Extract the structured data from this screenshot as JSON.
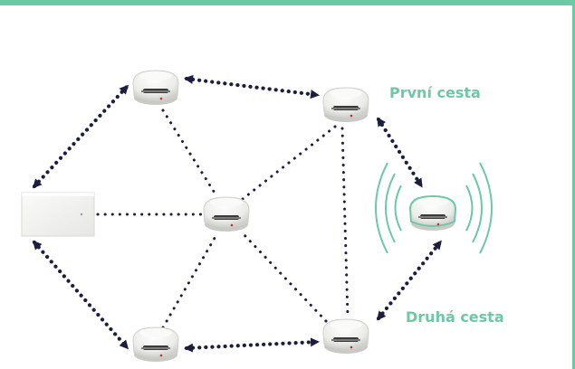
{
  "labels": {
    "first_path": "První cesta",
    "second_path": "Druhá cesta"
  },
  "colors": {
    "accent": "#6cc9a5",
    "link": "#1d1d3f",
    "detector_body": "#f1f1ef",
    "detector_shadow": "#c9c9c6",
    "panel_body": "#f4f4f2"
  },
  "nodes": [
    {
      "id": "top-left-detector",
      "kind": "smoke-detector"
    },
    {
      "id": "top-right-detector",
      "kind": "smoke-detector"
    },
    {
      "id": "center-detector",
      "kind": "smoke-detector"
    },
    {
      "id": "bottom-left-detector",
      "kind": "smoke-detector"
    },
    {
      "id": "bottom-right-detector",
      "kind": "smoke-detector"
    },
    {
      "id": "alarm-detector",
      "kind": "smoke-detector-alarm"
    },
    {
      "id": "control-panel",
      "kind": "control-panel"
    }
  ],
  "links": [
    {
      "from": "control-panel",
      "to": "top-left-detector",
      "style": "arrow"
    },
    {
      "from": "control-panel",
      "to": "bottom-left-detector",
      "style": "arrow"
    },
    {
      "from": "top-left-detector",
      "to": "top-right-detector",
      "style": "arrow"
    },
    {
      "from": "bottom-left-detector",
      "to": "bottom-right-detector",
      "style": "arrow"
    },
    {
      "from": "top-right-detector",
      "to": "alarm-detector",
      "style": "arrow"
    },
    {
      "from": "bottom-right-detector",
      "to": "alarm-detector",
      "style": "arrow"
    },
    {
      "from": "control-panel",
      "to": "center-detector",
      "style": "dotted"
    },
    {
      "from": "top-left-detector",
      "to": "center-detector",
      "style": "dotted"
    },
    {
      "from": "bottom-left-detector",
      "to": "center-detector",
      "style": "dotted"
    },
    {
      "from": "top-right-detector",
      "to": "center-detector",
      "style": "dotted"
    },
    {
      "from": "bottom-right-detector",
      "to": "center-detector",
      "style": "dotted"
    },
    {
      "from": "top-right-detector",
      "to": "bottom-right-detector",
      "style": "dotted"
    }
  ]
}
